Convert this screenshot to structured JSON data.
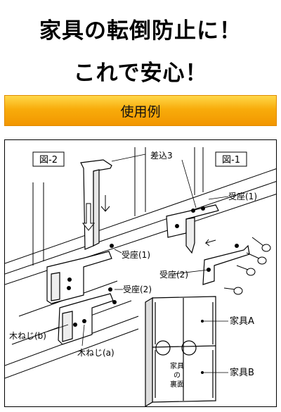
{
  "header": {
    "line1": "家具の転倒防止に！",
    "line2": "これで安心！"
  },
  "section": {
    "title": "使用例"
  },
  "diagram": {
    "fig2_label": "図-2",
    "fig1_label": "図-1",
    "labels": {
      "insert3": "差込3",
      "receiver1_top": "受座(1)",
      "receiver1_mid": "受座(1)",
      "receiver2_mid": "受座(2)",
      "receiver2_right": "受座(2)",
      "wood_screw_b": "木ねじ(b)",
      "wood_screw_a": "木ねじ(a)",
      "furniture_a": "家具A",
      "furniture_b": "家具B",
      "back_line1": "家具",
      "back_line2": "の",
      "back_line3": "裏面"
    }
  }
}
